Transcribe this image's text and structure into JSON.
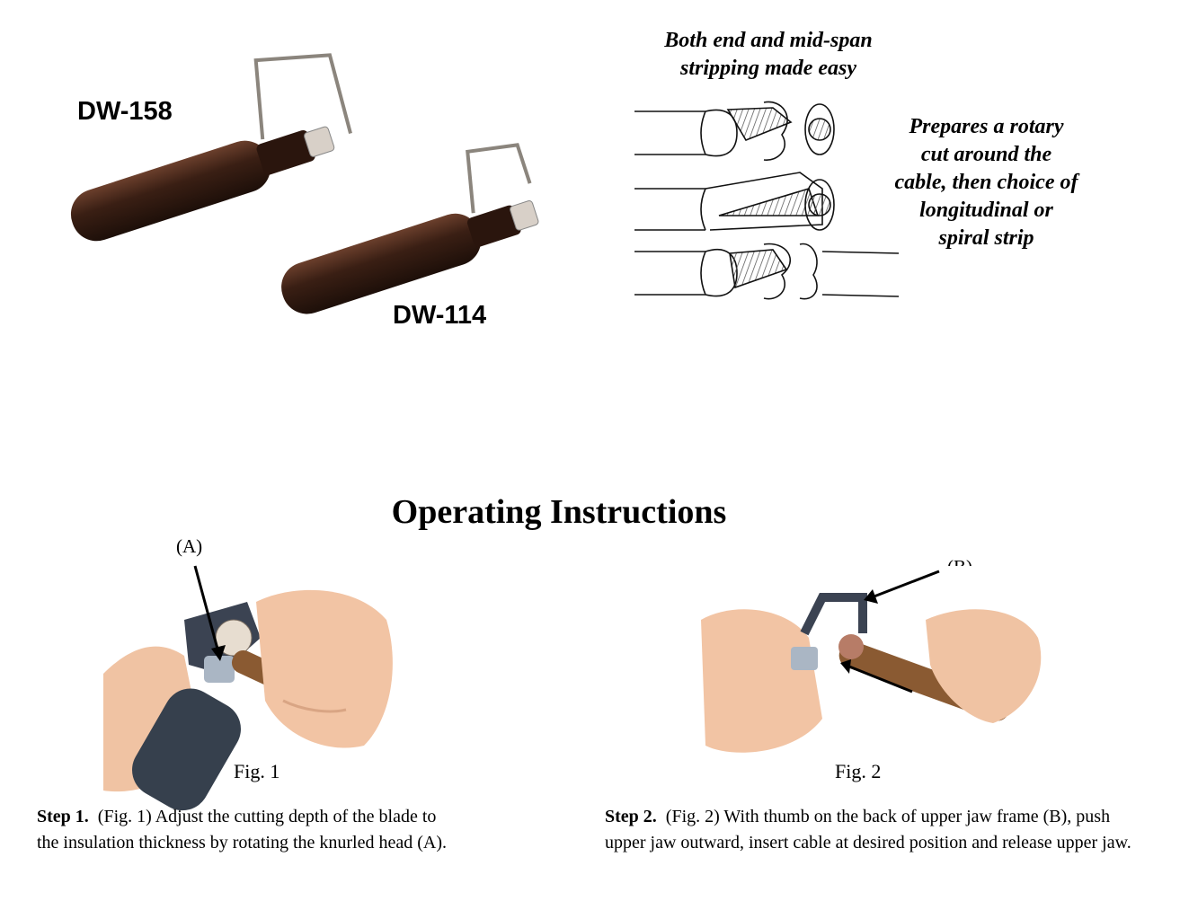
{
  "products": {
    "label_a": "DW-158",
    "label_b": "DW-114"
  },
  "diagram": {
    "caption_top": [
      "Both end and mid-span",
      "stripping made easy"
    ],
    "caption_side": [
      "Prepares a rotary",
      "cut around the",
      "cable, then choice of",
      "longitudinal or",
      "spiral strip"
    ]
  },
  "section_heading": "Operating Instructions",
  "figures": {
    "fig1_label": "Fig. 1",
    "fig1_callout": "(A)",
    "fig2_label": "Fig. 2",
    "fig2_callout": "(B)"
  },
  "steps": {
    "step1_prefix": "Step 1.",
    "step1_text": "(Fig. 1) Adjust the cutting depth of the blade to the insulation thickness by rotating the knurled head (A).",
    "step2_prefix": "Step 2.",
    "step2_text": "(Fig. 2) With thumb on the back of upper jaw frame (B), push upper jaw outward, insert cable at desired position and release upper jaw."
  },
  "colors": {
    "tool_body": "#3a1f14",
    "skin": "#f2c4a4",
    "cable": "#8a5a32",
    "jaw": "#3b4352"
  }
}
